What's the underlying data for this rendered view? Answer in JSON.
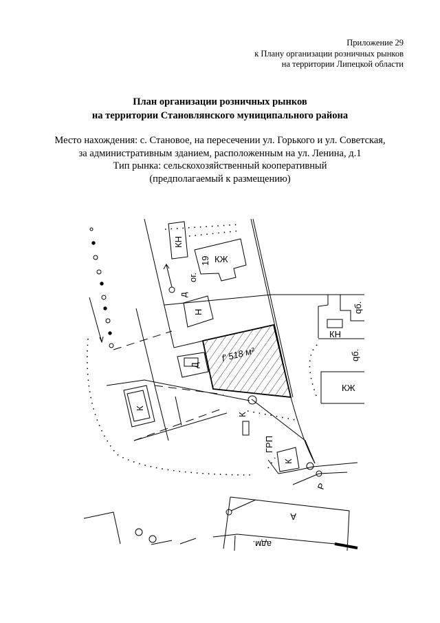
{
  "appendix": {
    "line1": "Приложение 29",
    "line2": "к Плану организации розничных рынков",
    "line3": "на территории Липецкой области"
  },
  "title": {
    "line1": "План организации розничных рынков",
    "line2": "на территории Становлянского муниципального района"
  },
  "details": {
    "location_line1": "Место нахождения: с. Становое, на пересечении ул. Горького и ул. Советская,",
    "location_line2": "за административным зданием, расположенным на ул. Ленина, д.1",
    "market_type": "Тип рынка: сельскохозяйственный кооперативный",
    "status": "(предполагаемый к размещению)"
  },
  "map": {
    "labels": {
      "kn_top": "КН",
      "kzh_19": "КЖ",
      "num_19": "19",
      "og": "ог.",
      "n": "Н",
      "d_small": "д",
      "d_box": "Д",
      "k_left": "К",
      "k_mid": "К",
      "grp": "ГРП",
      "k_lower": "К",
      "r": "Р",
      "a": "А",
      "adm": "адм.",
      "qb_top": "qб.",
      "kn_right": "КН",
      "qb_mid": "qб.",
      "kzh_right": "КЖ",
      "plot_area": "f' 518 м²"
    }
  }
}
